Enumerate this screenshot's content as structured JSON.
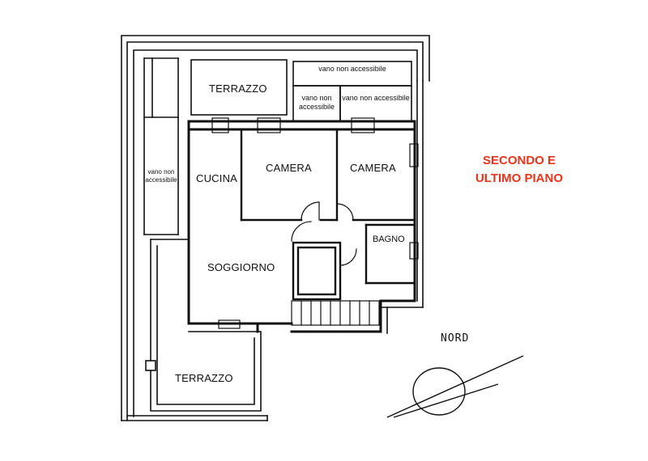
{
  "rooms": {
    "terrazzo_top": "TERRAZZO",
    "vano_top": "vano non accessibile",
    "vano_mid_left": "vano non accessibile",
    "vano_mid_right": "vano non accessibile",
    "vano_side": "vano non accessibile",
    "cucina": "CUCINA",
    "camera_left": "CAMERA",
    "camera_right": "CAMERA",
    "bagno": "BAGNO",
    "soggiorno": "SOGGIORNO",
    "terrazzo_bottom": "TERRAZZO"
  },
  "floor_title": {
    "line1": "SECONDO E",
    "line2": "ULTIMO PIANO"
  },
  "compass": {
    "label": "NORD"
  },
  "colors": {
    "wall": "#111111",
    "title": "#e8341c",
    "background": "#ffffff"
  }
}
